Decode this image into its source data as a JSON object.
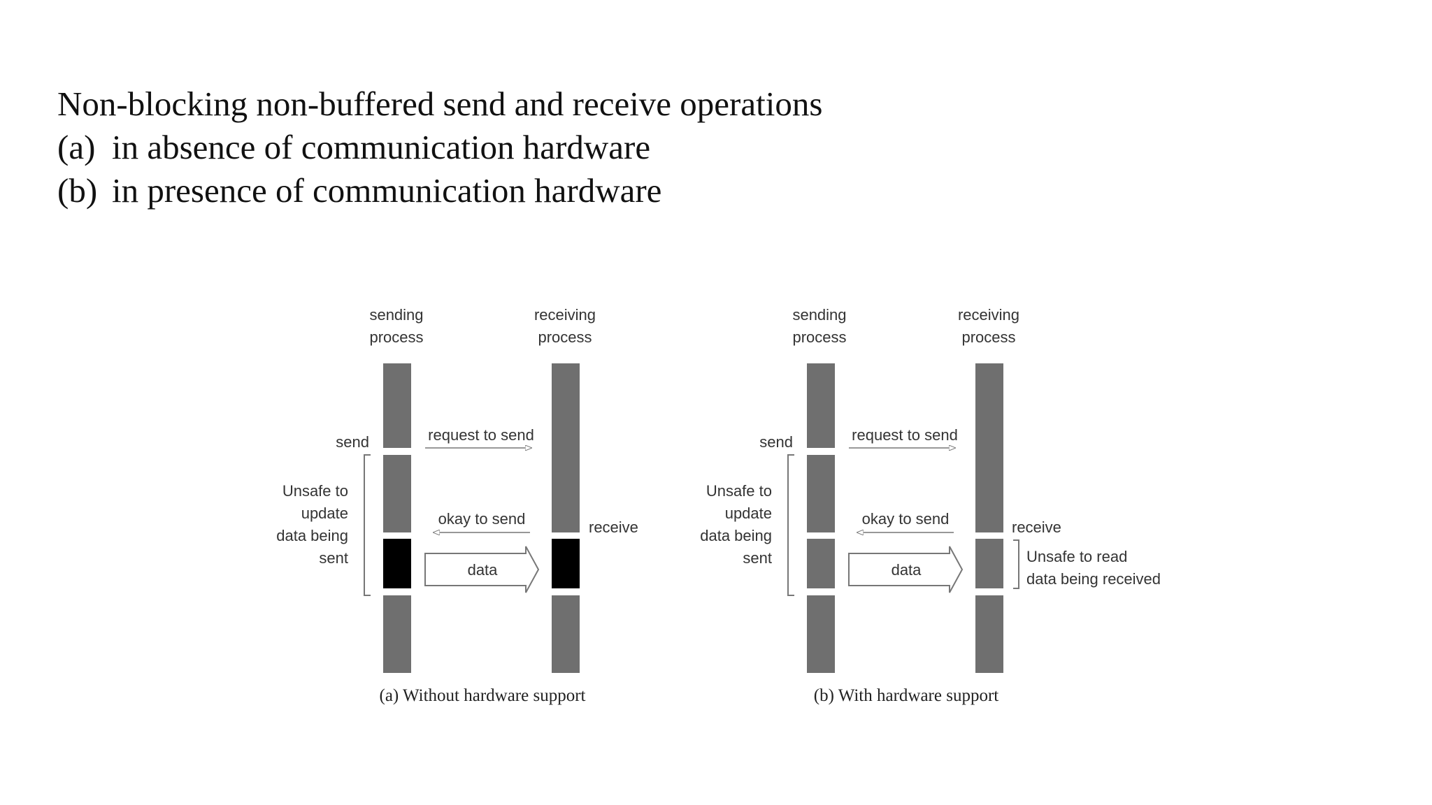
{
  "slide": {
    "title": "Non-blocking non-buffered send and receive operations",
    "items": [
      {
        "marker": "(a)",
        "text": "in absence of communication hardware"
      },
      {
        "marker": "(b)",
        "text": "in presence of communication hardware"
      }
    ]
  },
  "diagrams": [
    {
      "sender_label_1": "sending",
      "sender_label_2": "process",
      "receiver_label_1": "receiving",
      "receiver_label_2": "process",
      "send_label": "send",
      "request_label": "request to send",
      "unsafe_1": "Unsafe to",
      "unsafe_2": "update",
      "unsafe_3": "data being",
      "unsafe_4": "sent",
      "okay_label": "okay to send",
      "receive_label": "receive",
      "data_label": "data",
      "caption": "(a) Without hardware support"
    },
    {
      "sender_label_1": "sending",
      "sender_label_2": "process",
      "receiver_label_1": "receiving",
      "receiver_label_2": "process",
      "send_label": "send",
      "request_label": "request to send",
      "unsafe_1": "Unsafe to",
      "unsafe_2": "update",
      "unsafe_3": "data being",
      "unsafe_4": "sent",
      "okay_label": "okay to send",
      "receive_label": "receive",
      "data_label": "data",
      "recv_unsafe_1": "Unsafe to read",
      "recv_unsafe_2": "data being received",
      "caption": "(b) With hardware support"
    }
  ],
  "colors": {
    "bar": "#6f6f6f",
    "bar_black": "#000000",
    "line": "#777777"
  }
}
